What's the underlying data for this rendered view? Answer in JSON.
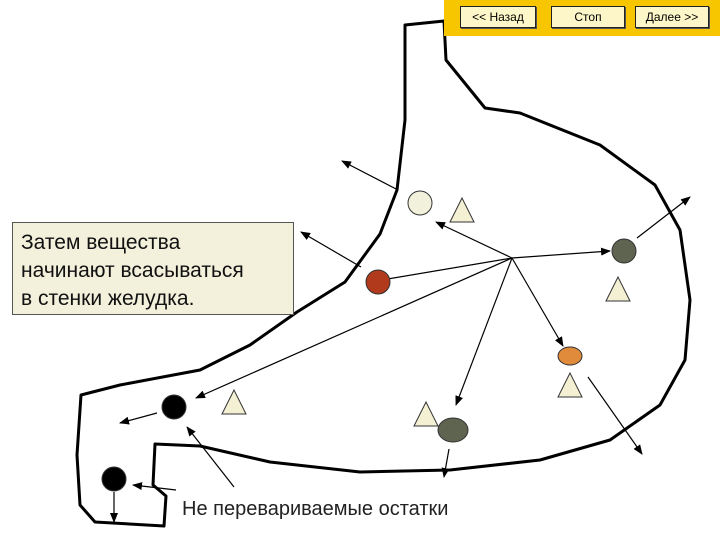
{
  "navigation": {
    "back_label": "<< Назад",
    "stop_label": "Стоп",
    "next_label": "Далее >>"
  },
  "caption": {
    "lines": [
      "Затем вещества",
      "начинают всасываться",
      "в стенки желудка."
    ]
  },
  "residue_label": "Не перевариваемые остатки",
  "colors": {
    "nav_bar": "#f7c600",
    "nav_button": "#fdf6c8",
    "caption_background": "#f3f0dc",
    "particle_red": "#b13a1c",
    "particle_orange": "#e08a3c",
    "particle_olive": "#5f6450",
    "particle_pale": "#f2f2dc",
    "residue_black": "#000000",
    "triangle_fill": "#f3f0d4"
  }
}
